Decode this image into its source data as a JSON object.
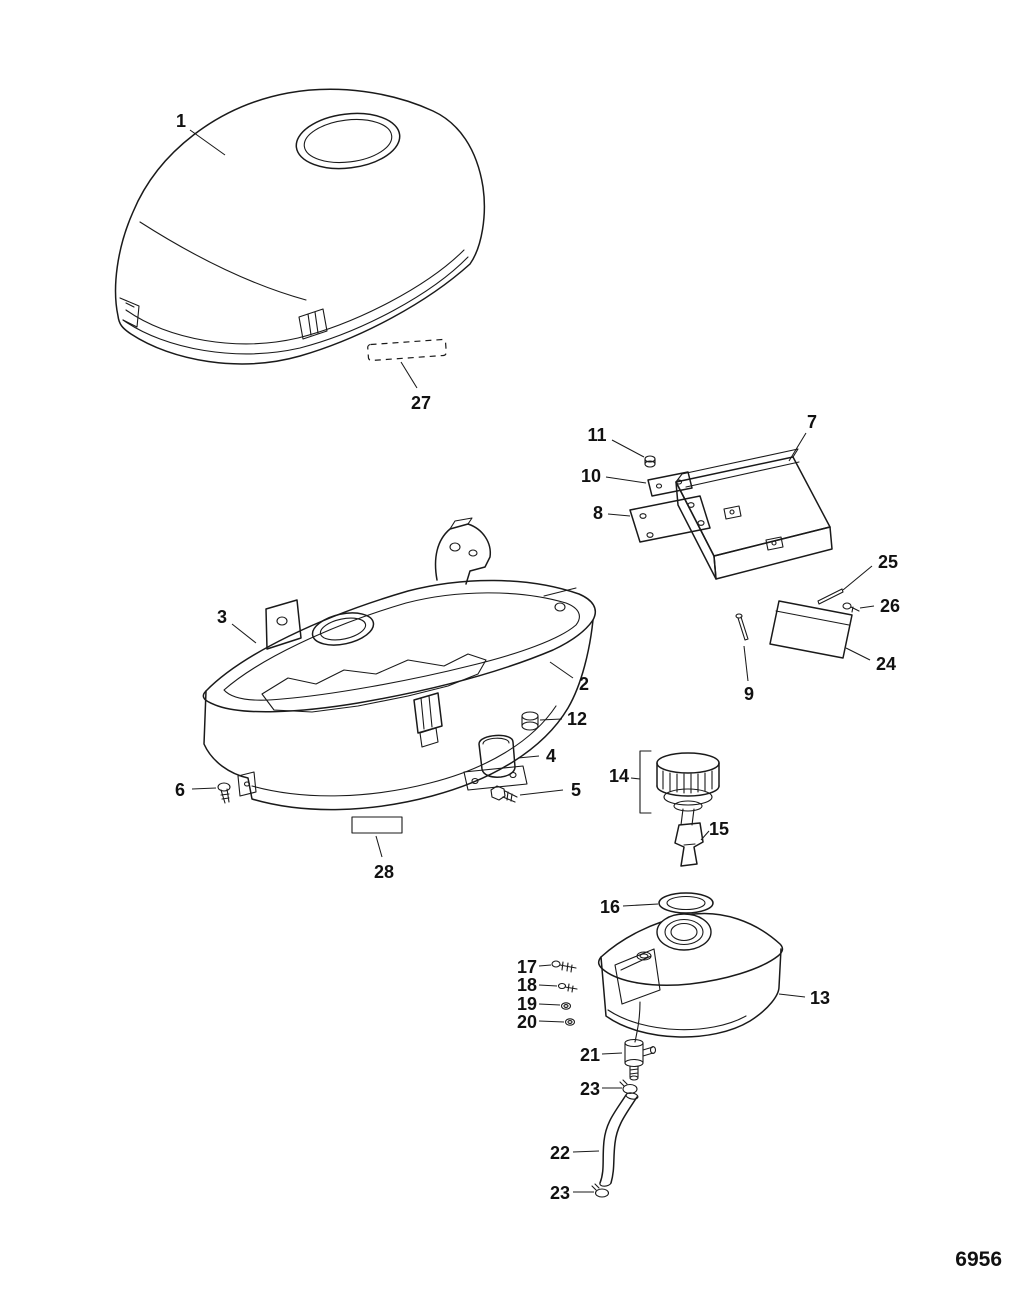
{
  "page": {
    "background": "#ffffff",
    "ink_color": "#1a1a1a",
    "drawing_number": "6956"
  },
  "callouts": [
    {
      "label": "1"
    },
    {
      "label": "27"
    },
    {
      "label": "11"
    },
    {
      "label": "10"
    },
    {
      "label": "8"
    },
    {
      "label": "7"
    },
    {
      "label": "25"
    },
    {
      "label": "26"
    },
    {
      "label": "24"
    },
    {
      "label": "9"
    },
    {
      "label": "3"
    },
    {
      "label": "2"
    },
    {
      "label": "12"
    },
    {
      "label": "4"
    },
    {
      "label": "6"
    },
    {
      "label": "5"
    },
    {
      "label": "14"
    },
    {
      "label": "15"
    },
    {
      "label": "28"
    },
    {
      "label": "16"
    },
    {
      "label": "17"
    },
    {
      "label": "18"
    },
    {
      "label": "19"
    },
    {
      "label": "20"
    },
    {
      "label": "13"
    },
    {
      "label": "21"
    },
    {
      "label": "23"
    },
    {
      "label": "22"
    },
    {
      "label": "23"
    }
  ]
}
